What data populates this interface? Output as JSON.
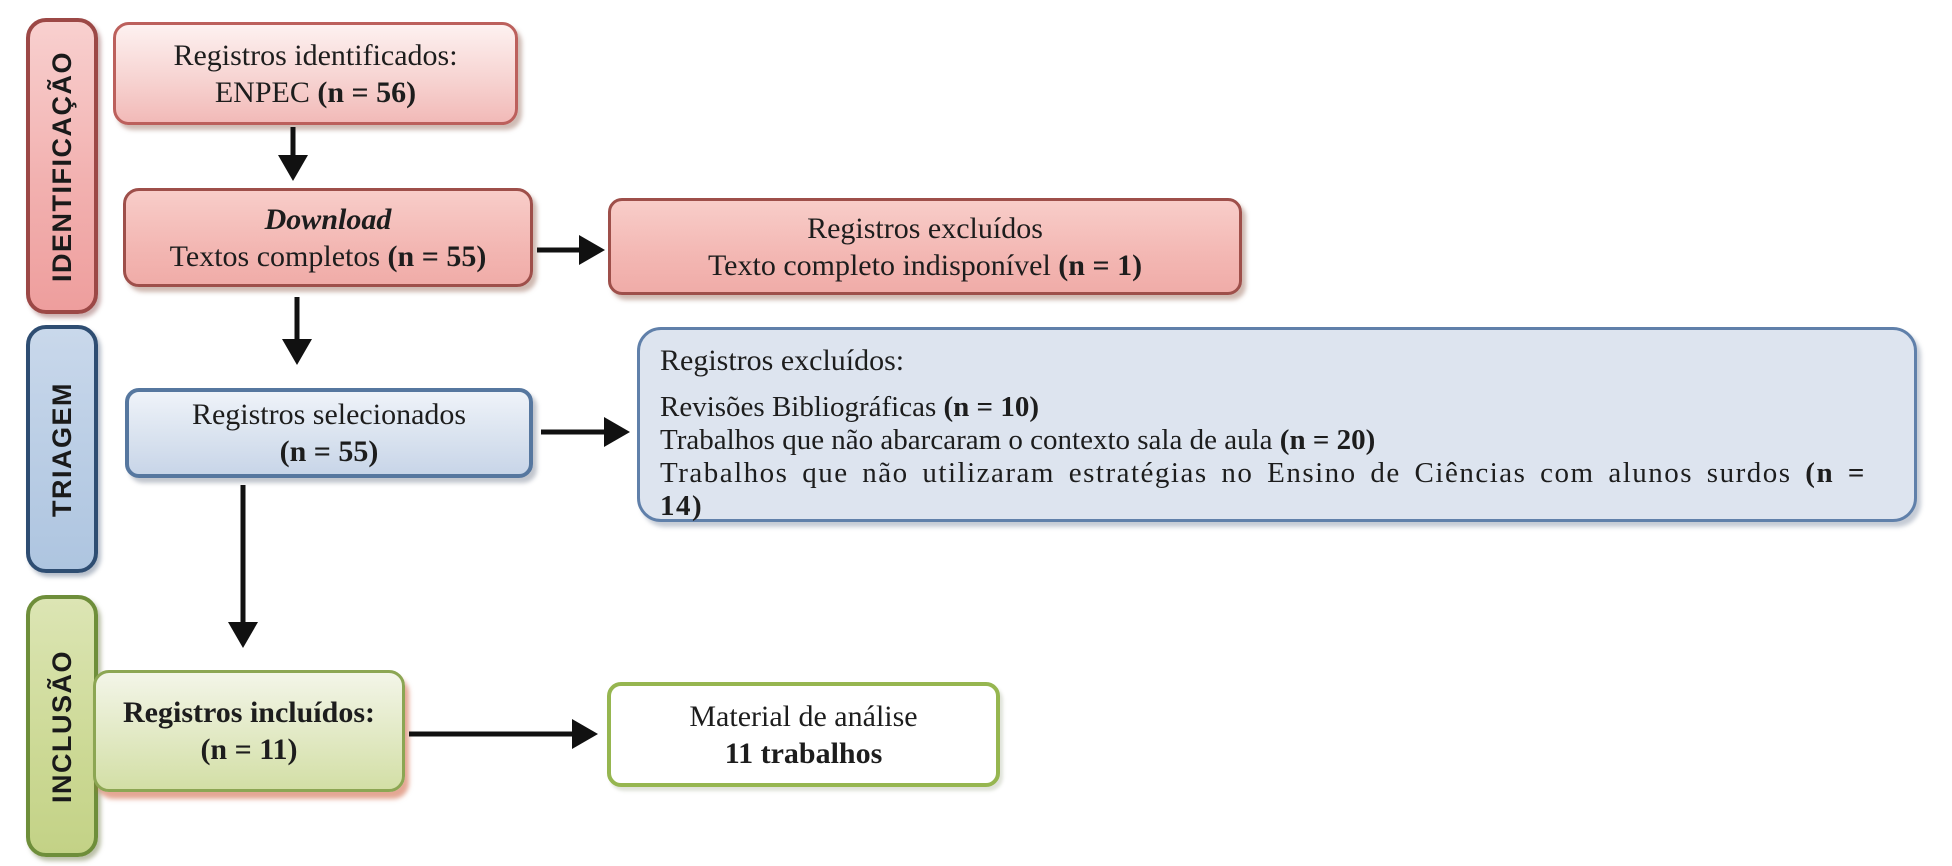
{
  "phases": [
    {
      "label": "IDENTIFICAÇÃO"
    },
    {
      "label": "TRIAGEM"
    },
    {
      "label": "INCLUSÃO"
    }
  ],
  "boxes": {
    "identified": {
      "line1": "Registros identificados:",
      "line2": "ENPEC ",
      "line2_n": "(n = 56)"
    },
    "download": {
      "line1": "Download",
      "line2": "Textos completos ",
      "line2_n": "(n = 55)"
    },
    "excluded_unavailable": {
      "line1": "Registros excluídos",
      "line2": "Texto completo indisponível ",
      "line2_n": "(n = 1)"
    },
    "selected": {
      "line1": "Registros selecionados",
      "line2_n": "(n = 55)"
    },
    "excluded_screening": {
      "title": "Registros excluídos:",
      "items": [
        {
          "text": "Revisões Bibliográficas ",
          "n": "(n = 10)"
        },
        {
          "text": "Trabalhos que não abarcaram o contexto sala de aula ",
          "n": "(n = 20)"
        },
        {
          "text": "Trabalhos que não utilizaram estratégias no Ensino de Ciências com alunos surdos ",
          "n": "(n = 14)"
        }
      ]
    },
    "included": {
      "line1": "Registros incluídos:",
      "line2_n": "(n = 11)"
    },
    "material": {
      "line1": "Material de análise",
      "line2_n": "11 trabalhos"
    }
  },
  "colors": {
    "pink_fill": "#f2b1b0",
    "pink_border": "#9c4846",
    "blue_fill": "#b8cce4",
    "blue_border": "#2e4d72",
    "blue_panel_fill": "#dde4ef",
    "green_fill": "#ccd995",
    "green_border": "#6e8e3a",
    "material_border": "#96b650",
    "arrow": "#111111",
    "text": "#1d1d1d"
  }
}
